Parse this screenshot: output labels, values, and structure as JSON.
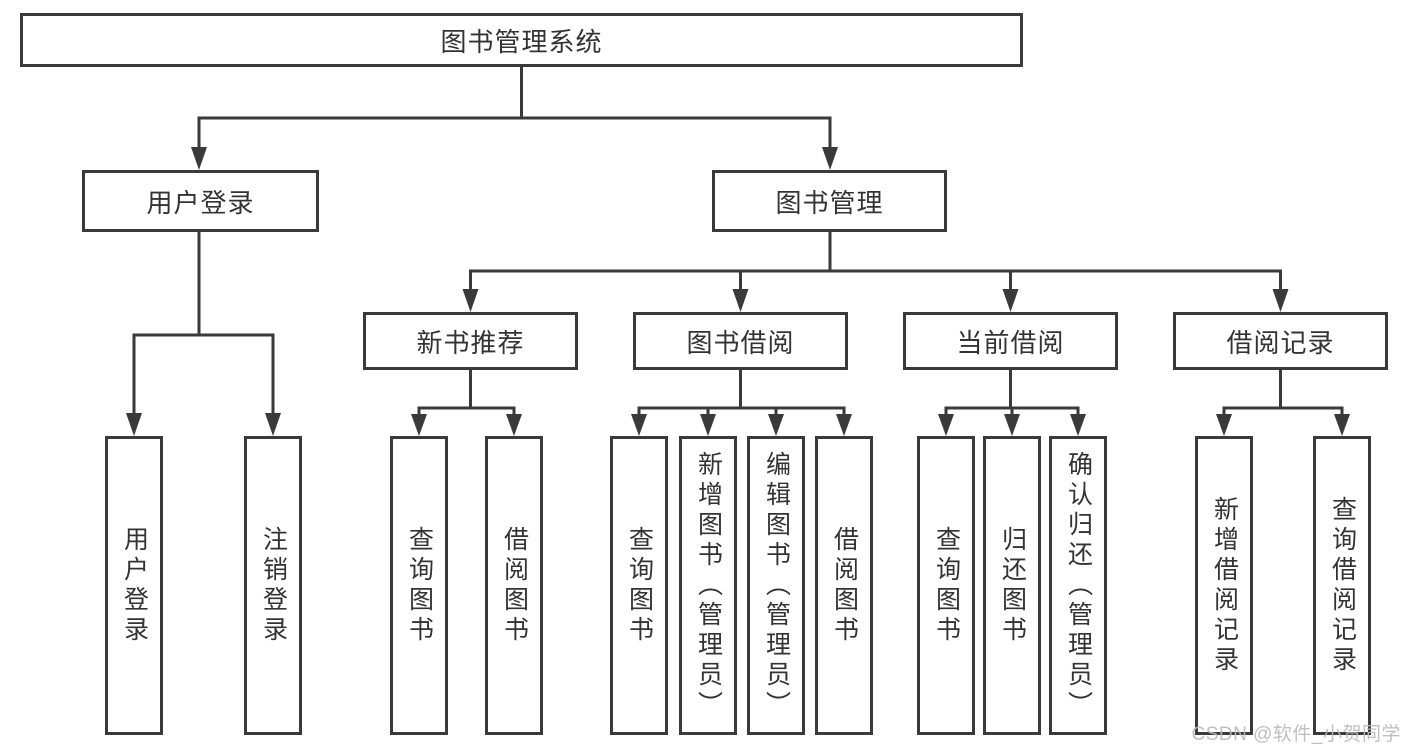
{
  "tree": {
    "root": {
      "label": "图书管理系统",
      "children": [
        {
          "label": "用户登录",
          "children": [
            {
              "label": "用户登录"
            },
            {
              "label": "注销登录"
            }
          ]
        },
        {
          "label": "图书管理",
          "children": [
            {
              "label": "新书推荐",
              "children": [
                {
                  "label": "查询图书"
                },
                {
                  "label": "借阅图书"
                }
              ]
            },
            {
              "label": "图书借阅",
              "children": [
                {
                  "label": "查询图书"
                },
                {
                  "label": "新增图书（管理员）"
                },
                {
                  "label": "编辑图书（管理员）"
                },
                {
                  "label": "借阅图书"
                }
              ]
            },
            {
              "label": "当前借阅",
              "children": [
                {
                  "label": "查询图书"
                },
                {
                  "label": "归还图书"
                },
                {
                  "label": "确认归还（管理员）"
                }
              ]
            },
            {
              "label": "借阅记录",
              "children": [
                {
                  "label": "新增借阅记录"
                },
                {
                  "label": "查询借阅记录"
                }
              ]
            }
          ]
        }
      ]
    }
  },
  "watermark": {
    "text": "CSDN @软件_小贺同学"
  },
  "colors": {
    "line": "#3a3a3a",
    "box_border": "#3a3a3a",
    "text": "#333333",
    "watermark": "#b9b9b9",
    "background": "#ffffff"
  }
}
